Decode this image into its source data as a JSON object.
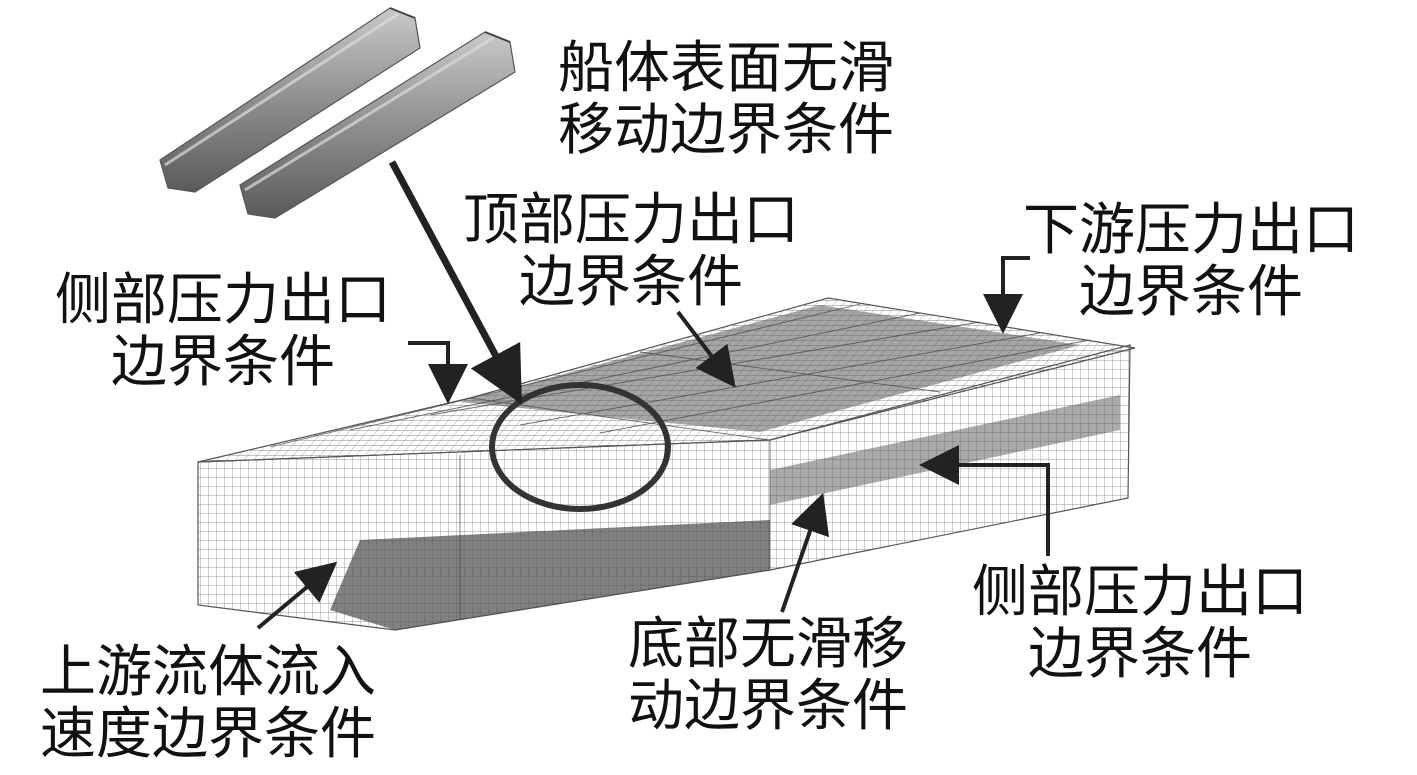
{
  "labels": {
    "hull_surface": [
      "船体表面无滑",
      "移动边界条件"
    ],
    "top_outlet": [
      "顶部压力出口",
      "边界条件"
    ],
    "downstream_outlet": [
      "下游压力出口",
      "边界条件"
    ],
    "side_outlet_left": [
      "侧部压力出口",
      "边界条件"
    ],
    "side_outlet_right": [
      "侧部压力出口",
      "边界条件"
    ],
    "upstream_inlet": [
      "上游流体流入",
      "速度边界条件"
    ],
    "bottom_wall": [
      "底部无滑移",
      "动边界条件"
    ]
  },
  "colors": {
    "mesh": "#6e6e6e",
    "mesh_dark": "#3c3c3c",
    "hull": "#8a8a8a",
    "arrow": "#222222",
    "circle": "#333333"
  }
}
